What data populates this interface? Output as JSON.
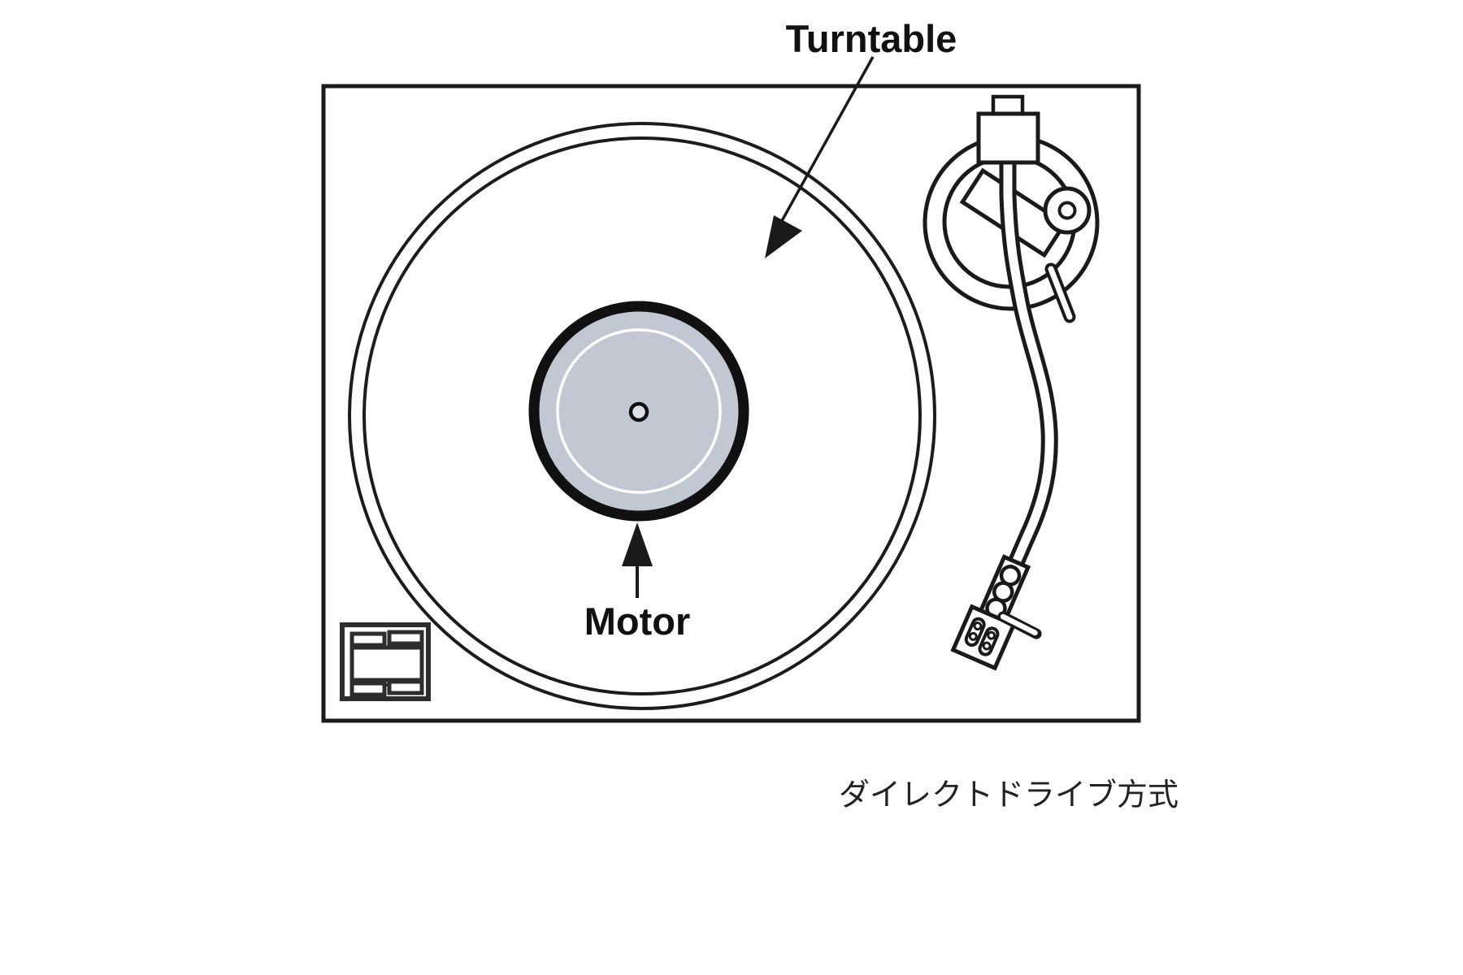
{
  "diagram": {
    "type": "turntable-top-view",
    "labels": {
      "turntable": "Turntable",
      "motor": "Motor"
    },
    "caption": "ダイレクトドライブ方式",
    "colors": {
      "line": "#1a1a1a",
      "motor_fill": "#c1c7d3",
      "motor_inner_ring": "#ffffff",
      "background": "#ffffff"
    }
  }
}
